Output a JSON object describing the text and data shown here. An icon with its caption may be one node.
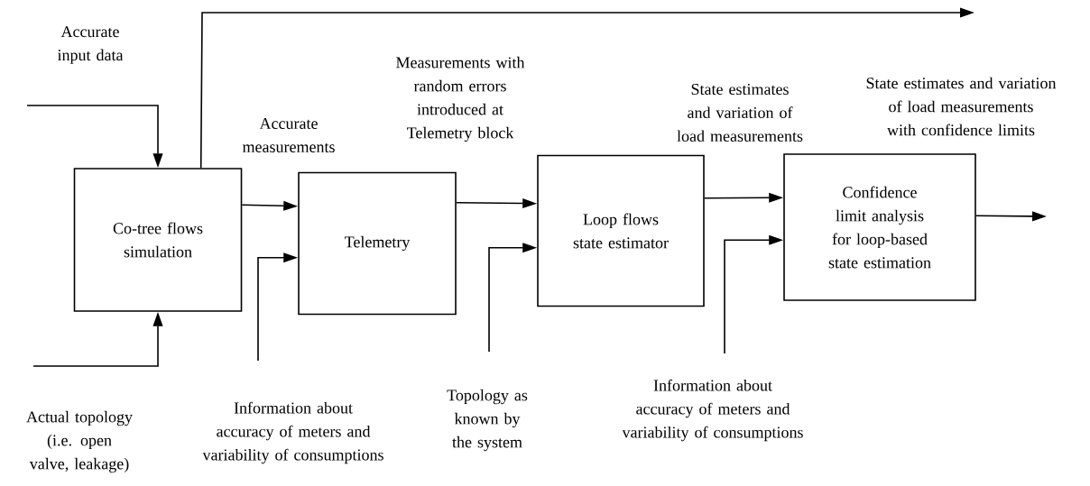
{
  "diagram": {
    "nodes": [
      {
        "text": [
          "Co-tree flows simulation"
        ]
      },
      {
        "text": [
          "Telemetry"
        ]
      },
      {
        "text": [
          "Loop flows state estimator"
        ]
      },
      {
        "text": [
          "Confidence limit analysis for loop-based state estimation"
        ]
      }
    ],
    "edges": [
      {
        "from": null,
        "to": 0,
        "arrow": "to",
        "label": "Accurate input data"
      },
      {
        "from": null,
        "to": 0,
        "arrow": "to",
        "label": "Actual topology (i.e. open valve, leakage)"
      },
      {
        "from": 0,
        "to": 1,
        "arrow": "to",
        "label": "Accurate measurements"
      },
      {
        "from": null,
        "to": 1,
        "arrow": "to",
        "label": "Information about accuracy of meters and variability of consumptions"
      },
      {
        "from": 1,
        "to": 2,
        "arrow": "to",
        "label": "Measurements with random errors introduced at Telemetry block"
      },
      {
        "from": null,
        "to": 2,
        "arrow": "to",
        "label": "Topology as known by the system"
      },
      {
        "from": 2,
        "to": 3,
        "arrow": "to",
        "label": "State estimates and variation of load measurements"
      },
      {
        "from": null,
        "to": 3,
        "arrow": "to",
        "label": "Information about accuracy of meters and variability of consumptions"
      },
      {
        "from": 3,
        "to": null,
        "arrow": "to",
        "label": "State estimates and variation of load measurements with confidence limits"
      },
      {
        "from": 0,
        "to": null,
        "arrow": "to"
      }
    ]
  }
}
